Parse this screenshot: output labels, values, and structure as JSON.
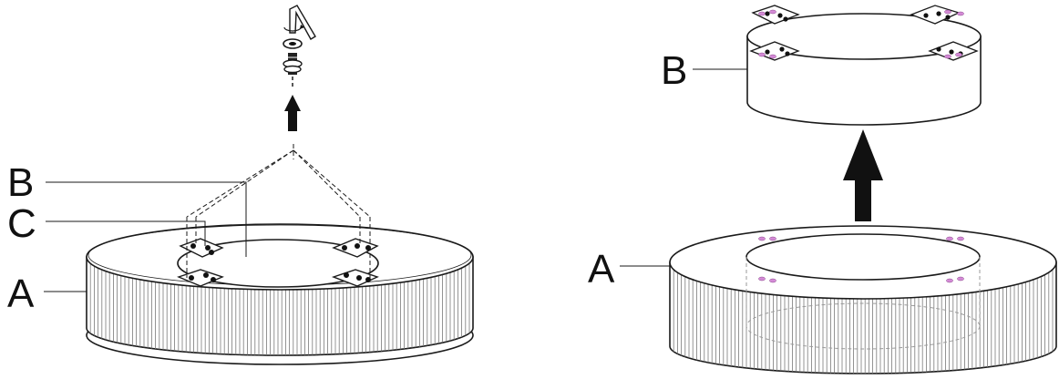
{
  "panels": {
    "left": {
      "labels": {
        "a": "A",
        "b": "B",
        "c": "C"
      }
    },
    "right": {
      "labels": {
        "a": "A",
        "b": "B"
      }
    }
  },
  "colors": {
    "line": "#1a1a1a",
    "marker": "#d48ad6",
    "fill": "#ffffff"
  },
  "icons": [
    "hex-key-icon",
    "screw-icon",
    "washer-icon",
    "up-arrow-icon"
  ]
}
